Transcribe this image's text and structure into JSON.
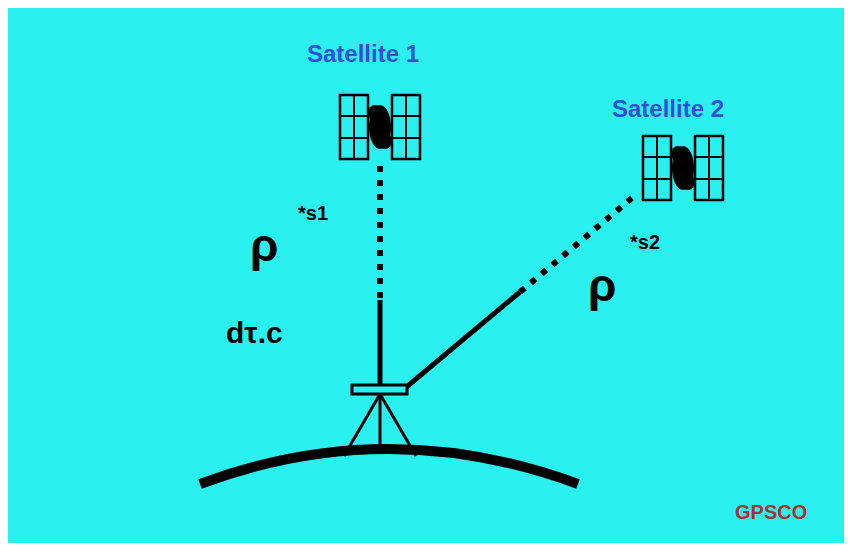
{
  "diagram": {
    "labels": [
      "Satellite 1",
      "Satellite 2",
      "ρ",
      "*s1",
      "ρ",
      "*s2",
      "dτ.c",
      "GPSCO"
    ]
  }
}
